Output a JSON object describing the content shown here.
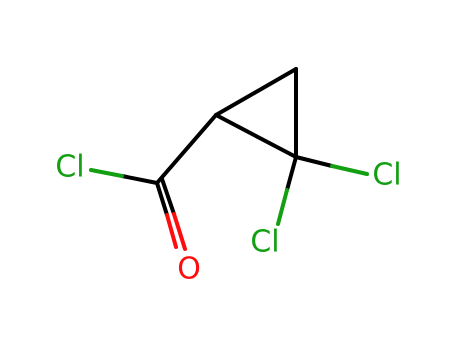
{
  "molecule": {
    "atoms": {
      "acyl_chloride_cl": {
        "symbol": "Cl",
        "color": "#129f12"
      },
      "carbonyl_o": {
        "symbol": "O",
        "color": "#ff0d0d"
      },
      "ring_cl_right": {
        "symbol": "Cl",
        "color": "#129f12"
      },
      "ring_cl_down": {
        "symbol": "Cl",
        "color": "#129f12"
      }
    },
    "colors": {
      "carbon_bond": "#000000",
      "chlorine": "#129f12",
      "oxygen": "#ff0d0d"
    }
  }
}
